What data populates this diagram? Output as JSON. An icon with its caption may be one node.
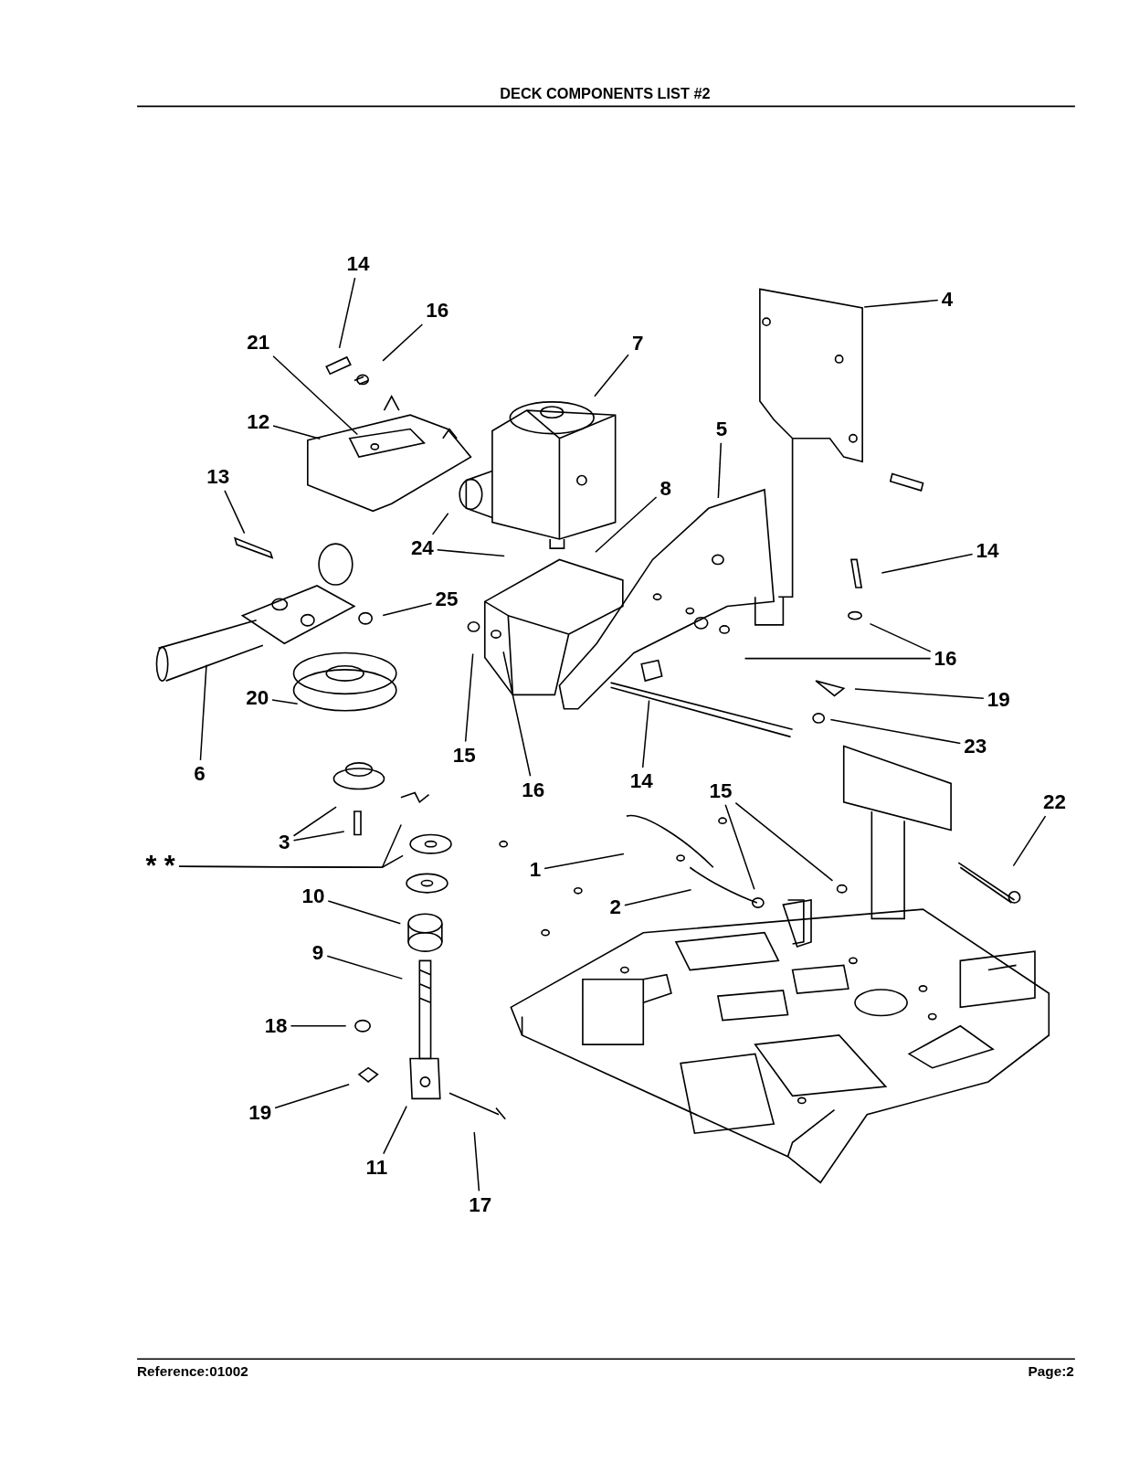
{
  "diagram": {
    "title": "DECK COMPONENTS LIST #2",
    "nodes": [
      {
        "text": [
          "14"
        ]
      },
      {
        "text": [
          "16"
        ]
      },
      {
        "text": [
          "21"
        ]
      },
      {
        "text": [
          "7"
        ]
      },
      {
        "text": [
          "12"
        ]
      },
      {
        "text": [
          "13"
        ]
      },
      {
        "text": [
          "24"
        ]
      },
      {
        "text": [
          "25"
        ]
      },
      {
        "text": [
          "8"
        ]
      },
      {
        "text": [
          "5"
        ]
      },
      {
        "text": [
          "4"
        ]
      },
      {
        "text": [
          "14"
        ]
      },
      {
        "text": [
          "16"
        ]
      },
      {
        "text": [
          "6"
        ]
      },
      {
        "text": [
          "20"
        ]
      },
      {
        "text": [
          "15"
        ]
      },
      {
        "text": [
          "16"
        ]
      },
      {
        "text": [
          "14"
        ]
      },
      {
        "text": [
          "15"
        ]
      },
      {
        "text": [
          "19"
        ]
      },
      {
        "text": [
          "23"
        ]
      },
      {
        "text": [
          "3"
        ]
      },
      {
        "text": [
          "22"
        ]
      },
      {
        "text": [
          "* *"
        ]
      },
      {
        "text": [
          "1"
        ]
      },
      {
        "text": [
          "2"
        ]
      },
      {
        "text": [
          "10"
        ]
      },
      {
        "text": [
          "9"
        ]
      },
      {
        "text": [
          "18"
        ]
      },
      {
        "text": [
          "19"
        ]
      },
      {
        "text": [
          "11"
        ]
      },
      {
        "text": [
          "17"
        ]
      }
    ],
    "edges": [
      {
        "from": 0,
        "to": null,
        "arrow": "none"
      },
      {
        "from": 1,
        "to": null,
        "arrow": "none"
      },
      {
        "from": 2,
        "to": null,
        "arrow": "none"
      },
      {
        "from": 3,
        "to": null,
        "arrow": "none"
      },
      {
        "from": 4,
        "to": null,
        "arrow": "none"
      },
      {
        "from": 5,
        "to": null,
        "arrow": "none"
      },
      {
        "from": 6,
        "to": null,
        "arrow": "none"
      },
      {
        "from": 6,
        "to": null,
        "arrow": "none"
      },
      {
        "from": 7,
        "to": null,
        "arrow": "none"
      },
      {
        "from": 8,
        "to": null,
        "arrow": "none"
      },
      {
        "from": 9,
        "to": null,
        "arrow": "none"
      },
      {
        "from": 10,
        "to": null,
        "arrow": "none"
      },
      {
        "from": 11,
        "to": null,
        "arrow": "none"
      },
      {
        "from": 12,
        "to": null,
        "arrow": "none"
      },
      {
        "from": 12,
        "to": null,
        "arrow": "none"
      },
      {
        "from": 13,
        "to": null,
        "arrow": "none"
      },
      {
        "from": 14,
        "to": null,
        "arrow": "none"
      },
      {
        "from": 15,
        "to": null,
        "arrow": "none"
      },
      {
        "from": 16,
        "to": null,
        "arrow": "none"
      },
      {
        "from": 17,
        "to": null,
        "arrow": "none"
      },
      {
        "from": 18,
        "to": null,
        "arrow": "none"
      },
      {
        "from": 18,
        "to": null,
        "arrow": "none"
      },
      {
        "from": 19,
        "to": null,
        "arrow": "none"
      },
      {
        "from": 20,
        "to": null,
        "arrow": "none"
      },
      {
        "from": 21,
        "to": null,
        "arrow": "none"
      },
      {
        "from": 21,
        "to": null,
        "arrow": "none"
      },
      {
        "from": 22,
        "to": null,
        "arrow": "none"
      },
      {
        "from": 23,
        "to": null,
        "arrow": "none"
      },
      {
        "from": 23,
        "to": null,
        "arrow": "none"
      },
      {
        "from": 24,
        "to": null,
        "arrow": "none"
      },
      {
        "from": 25,
        "to": null,
        "arrow": "none"
      },
      {
        "from": 26,
        "to": null,
        "arrow": "none"
      },
      {
        "from": 27,
        "to": null,
        "arrow": "none"
      },
      {
        "from": 28,
        "to": null,
        "arrow": "none"
      },
      {
        "from": 29,
        "to": null,
        "arrow": "none"
      },
      {
        "from": 30,
        "to": null,
        "arrow": "none"
      },
      {
        "from": 31,
        "to": null,
        "arrow": "none"
      }
    ],
    "labels": [
      "Reference:01002",
      "Page:2"
    ]
  }
}
